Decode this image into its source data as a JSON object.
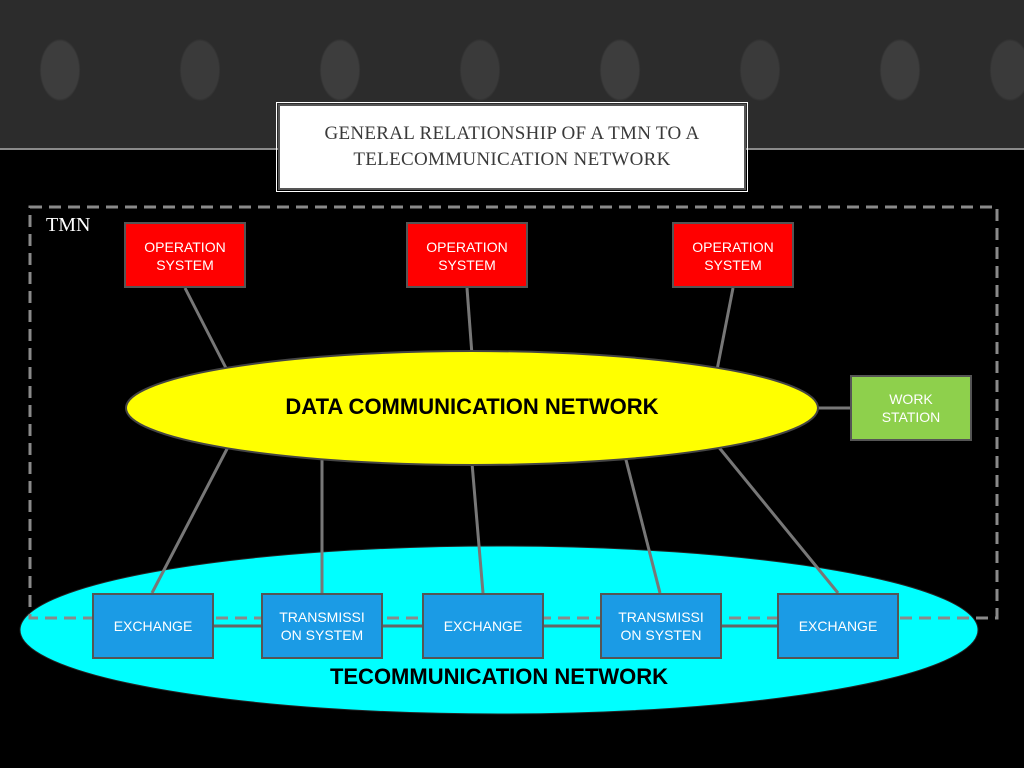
{
  "title": "GENERAL RELATIONSHIP OF A TMN TO A TELECOMMUNICATION NETWORK",
  "tmn_label": "TMN",
  "operation_systems": [
    "OPERATION\nSYSTEM",
    "OPERATION\nSYSTEM",
    "OPERATION\nSYSTEM"
  ],
  "dcn_label": "DATA COMMUNICATION NETWORK",
  "work_station": "WORK\nSTATION",
  "telecom_nodes": [
    "EXCHANGE",
    "TRANSMISSI\nON SYSTEM",
    "EXCHANGE",
    "TRANSMISSI\nON SYSTEN",
    "EXCHANGE"
  ],
  "telecom_label": "TECOMMUNICATION NETWORK",
  "colors": {
    "operation_system": "#ff0000",
    "dcn": "#ffff00",
    "telecom_network": "#00ffff",
    "telecom_node": "#1b9be5",
    "work_station": "#8ed04c"
  }
}
